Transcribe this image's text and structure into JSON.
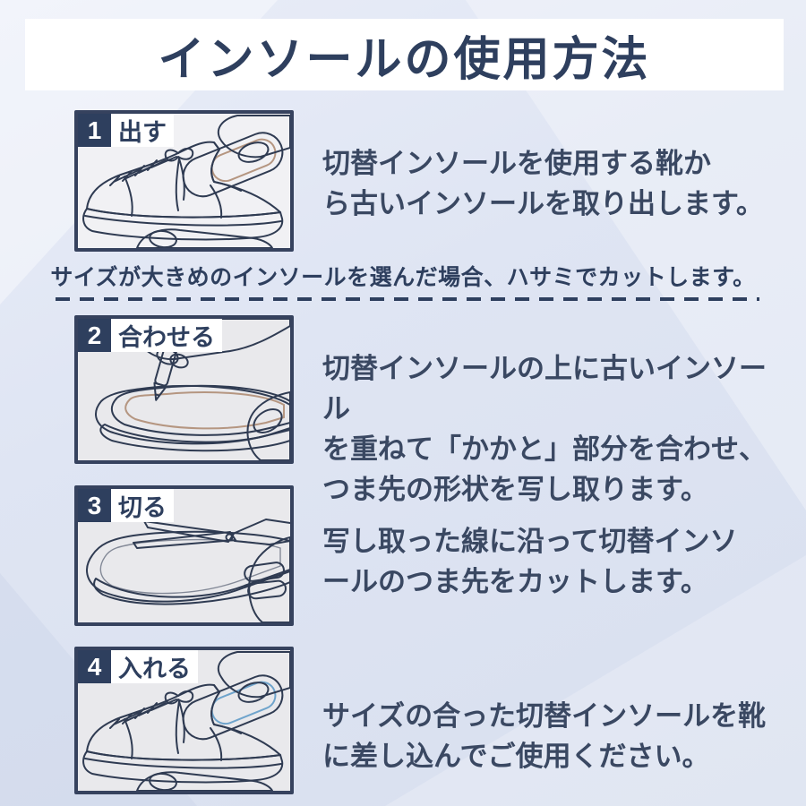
{
  "page": {
    "title": "インソールの使用方法"
  },
  "note": {
    "text": "サイズが大きめのインソールを選んだ場合、ハサミでカットします。"
  },
  "steps": [
    {
      "number": "1",
      "label": "出す",
      "description": "切替インソールを使用する靴か\nら古いインソールを取り出します。",
      "illustration": "shoe-remove-old-insole"
    },
    {
      "number": "2",
      "label": "合わせる",
      "description": "切替インソールの上に古いインソール\nを重ねて「かかと」部分を合わせ、\nつま先の形状を写し取ります。",
      "illustration": "trace-insole-outline-with-pen"
    },
    {
      "number": "3",
      "label": "切る",
      "description": "写し取った線に沿って切替インソ\nールのつま先をカットします。",
      "illustration": "cut-insole-with-scissors"
    },
    {
      "number": "4",
      "label": "入れる",
      "description": "サイズの合った切替インソールを靴\nに差し込んでご使用ください。",
      "illustration": "insert-new-insole-into-shoe"
    }
  ],
  "colors": {
    "navy": "#2e3f5e",
    "border": "#36425e",
    "text": "#3a4862",
    "panel_light": "#f1f1f4",
    "panel_gray": "#e9e9ec",
    "insole_tan": "#d9baa8",
    "insole_tan_line": "#b59681",
    "insole_blue": "#9cc8e7",
    "insole_blue_strong": "#92c3e6",
    "skin": "#fbf1dc",
    "background": "#dde3f1"
  }
}
